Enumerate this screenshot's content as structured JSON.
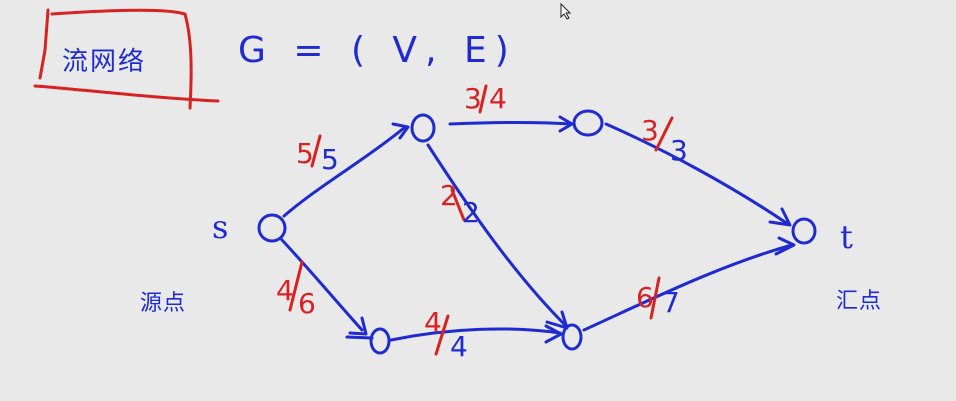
{
  "title": {
    "text": "流网络",
    "formula": "G = ( V, E)"
  },
  "colors": {
    "ink_blue": "#1f2bd1",
    "ink_red": "#d82222",
    "background": "#e9e9e9"
  },
  "nodes": {
    "source": {
      "label": "s",
      "note": "源点"
    },
    "sink": {
      "label": "t",
      "note": "汇点"
    }
  },
  "edges": [
    {
      "id": "s-a",
      "flow": "5",
      "capacity": "5"
    },
    {
      "id": "a-b",
      "flow": "3",
      "capacity": "4"
    },
    {
      "id": "b-t",
      "flow": "3",
      "capacity": "3"
    },
    {
      "id": "a-d",
      "flow": "2",
      "capacity": "2"
    },
    {
      "id": "s-c",
      "flow": "4",
      "capacity": "6"
    },
    {
      "id": "c-d",
      "flow": "4",
      "capacity": "4"
    },
    {
      "id": "d-t",
      "flow": "6",
      "capacity": "7"
    }
  ],
  "icons": {
    "cursor": "mouse-pointer-icon"
  }
}
